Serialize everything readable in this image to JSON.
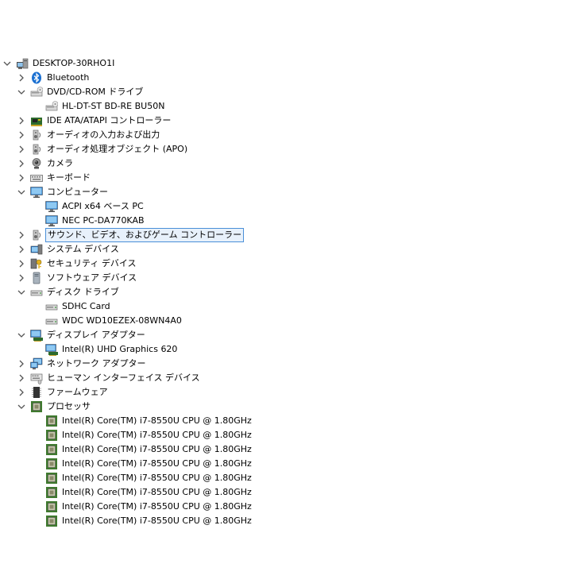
{
  "tree": [
    {
      "label": "DESKTOP-30RHO1I",
      "level": 0,
      "expander": "expanded",
      "icon": "computer-root-icon"
    },
    {
      "label": "Bluetooth",
      "level": 1,
      "expander": "collapsed",
      "icon": "bluetooth-icon"
    },
    {
      "label": "DVD/CD-ROM ドライブ",
      "level": 1,
      "expander": "expanded",
      "icon": "dvd-drive-icon"
    },
    {
      "label": "HL-DT-ST BD-RE BU50N",
      "level": 2,
      "expander": "none",
      "icon": "dvd-drive-icon"
    },
    {
      "label": "IDE ATA/ATAPI コントローラー",
      "level": 1,
      "expander": "collapsed",
      "icon": "ide-controller-icon"
    },
    {
      "label": "オーディオの入力および出力",
      "level": 1,
      "expander": "collapsed",
      "icon": "speaker-icon"
    },
    {
      "label": "オーディオ処理オブジェクト (APO)",
      "level": 1,
      "expander": "collapsed",
      "icon": "speaker-icon"
    },
    {
      "label": "カメラ",
      "level": 1,
      "expander": "collapsed",
      "icon": "camera-icon"
    },
    {
      "label": "キーボード",
      "level": 1,
      "expander": "collapsed",
      "icon": "keyboard-icon"
    },
    {
      "label": "コンピューター",
      "level": 1,
      "expander": "expanded",
      "icon": "monitor-icon"
    },
    {
      "label": "ACPI x64 ベース PC",
      "level": 2,
      "expander": "none",
      "icon": "monitor-icon"
    },
    {
      "label": "NEC PC-DA770KAB",
      "level": 2,
      "expander": "none",
      "icon": "monitor-icon"
    },
    {
      "label": "サウンド、ビデオ、およびゲーム コントローラー",
      "level": 1,
      "expander": "collapsed",
      "icon": "speaker-icon",
      "selected": true
    },
    {
      "label": "システム デバイス",
      "level": 1,
      "expander": "collapsed",
      "icon": "system-device-icon"
    },
    {
      "label": "セキュリティ デバイス",
      "level": 1,
      "expander": "collapsed",
      "icon": "security-key-icon"
    },
    {
      "label": "ソフトウェア デバイス",
      "level": 1,
      "expander": "collapsed",
      "icon": "software-device-icon"
    },
    {
      "label": "ディスク ドライブ",
      "level": 1,
      "expander": "expanded",
      "icon": "disk-drive-icon"
    },
    {
      "label": "SDHC Card",
      "level": 2,
      "expander": "none",
      "icon": "disk-drive-icon"
    },
    {
      "label": "WDC WD10EZEX-08WN4A0",
      "level": 2,
      "expander": "none",
      "icon": "disk-drive-icon"
    },
    {
      "label": "ディスプレイ アダプター",
      "level": 1,
      "expander": "expanded",
      "icon": "display-adapter-icon"
    },
    {
      "label": "Intel(R) UHD Graphics 620",
      "level": 2,
      "expander": "none",
      "icon": "display-adapter-icon"
    },
    {
      "label": "ネットワーク アダプター",
      "level": 1,
      "expander": "collapsed",
      "icon": "network-adapter-icon"
    },
    {
      "label": "ヒューマン インターフェイス デバイス",
      "level": 1,
      "expander": "collapsed",
      "icon": "hid-icon"
    },
    {
      "label": "ファームウェア",
      "level": 1,
      "expander": "collapsed",
      "icon": "firmware-icon"
    },
    {
      "label": "プロセッサ",
      "level": 1,
      "expander": "expanded",
      "icon": "processor-icon"
    },
    {
      "label": "Intel(R) Core(TM) i7-8550U CPU @ 1.80GHz",
      "level": 2,
      "expander": "none",
      "icon": "processor-icon"
    },
    {
      "label": "Intel(R) Core(TM) i7-8550U CPU @ 1.80GHz",
      "level": 2,
      "expander": "none",
      "icon": "processor-icon"
    },
    {
      "label": "Intel(R) Core(TM) i7-8550U CPU @ 1.80GHz",
      "level": 2,
      "expander": "none",
      "icon": "processor-icon"
    },
    {
      "label": "Intel(R) Core(TM) i7-8550U CPU @ 1.80GHz",
      "level": 2,
      "expander": "none",
      "icon": "processor-icon"
    },
    {
      "label": "Intel(R) Core(TM) i7-8550U CPU @ 1.80GHz",
      "level": 2,
      "expander": "none",
      "icon": "processor-icon"
    },
    {
      "label": "Intel(R) Core(TM) i7-8550U CPU @ 1.80GHz",
      "level": 2,
      "expander": "none",
      "icon": "processor-icon"
    },
    {
      "label": "Intel(R) Core(TM) i7-8550U CPU @ 1.80GHz",
      "level": 2,
      "expander": "none",
      "icon": "processor-icon"
    },
    {
      "label": "Intel(R) Core(TM) i7-8550U CPU @ 1.80GHz",
      "level": 2,
      "expander": "none",
      "icon": "processor-icon"
    }
  ]
}
